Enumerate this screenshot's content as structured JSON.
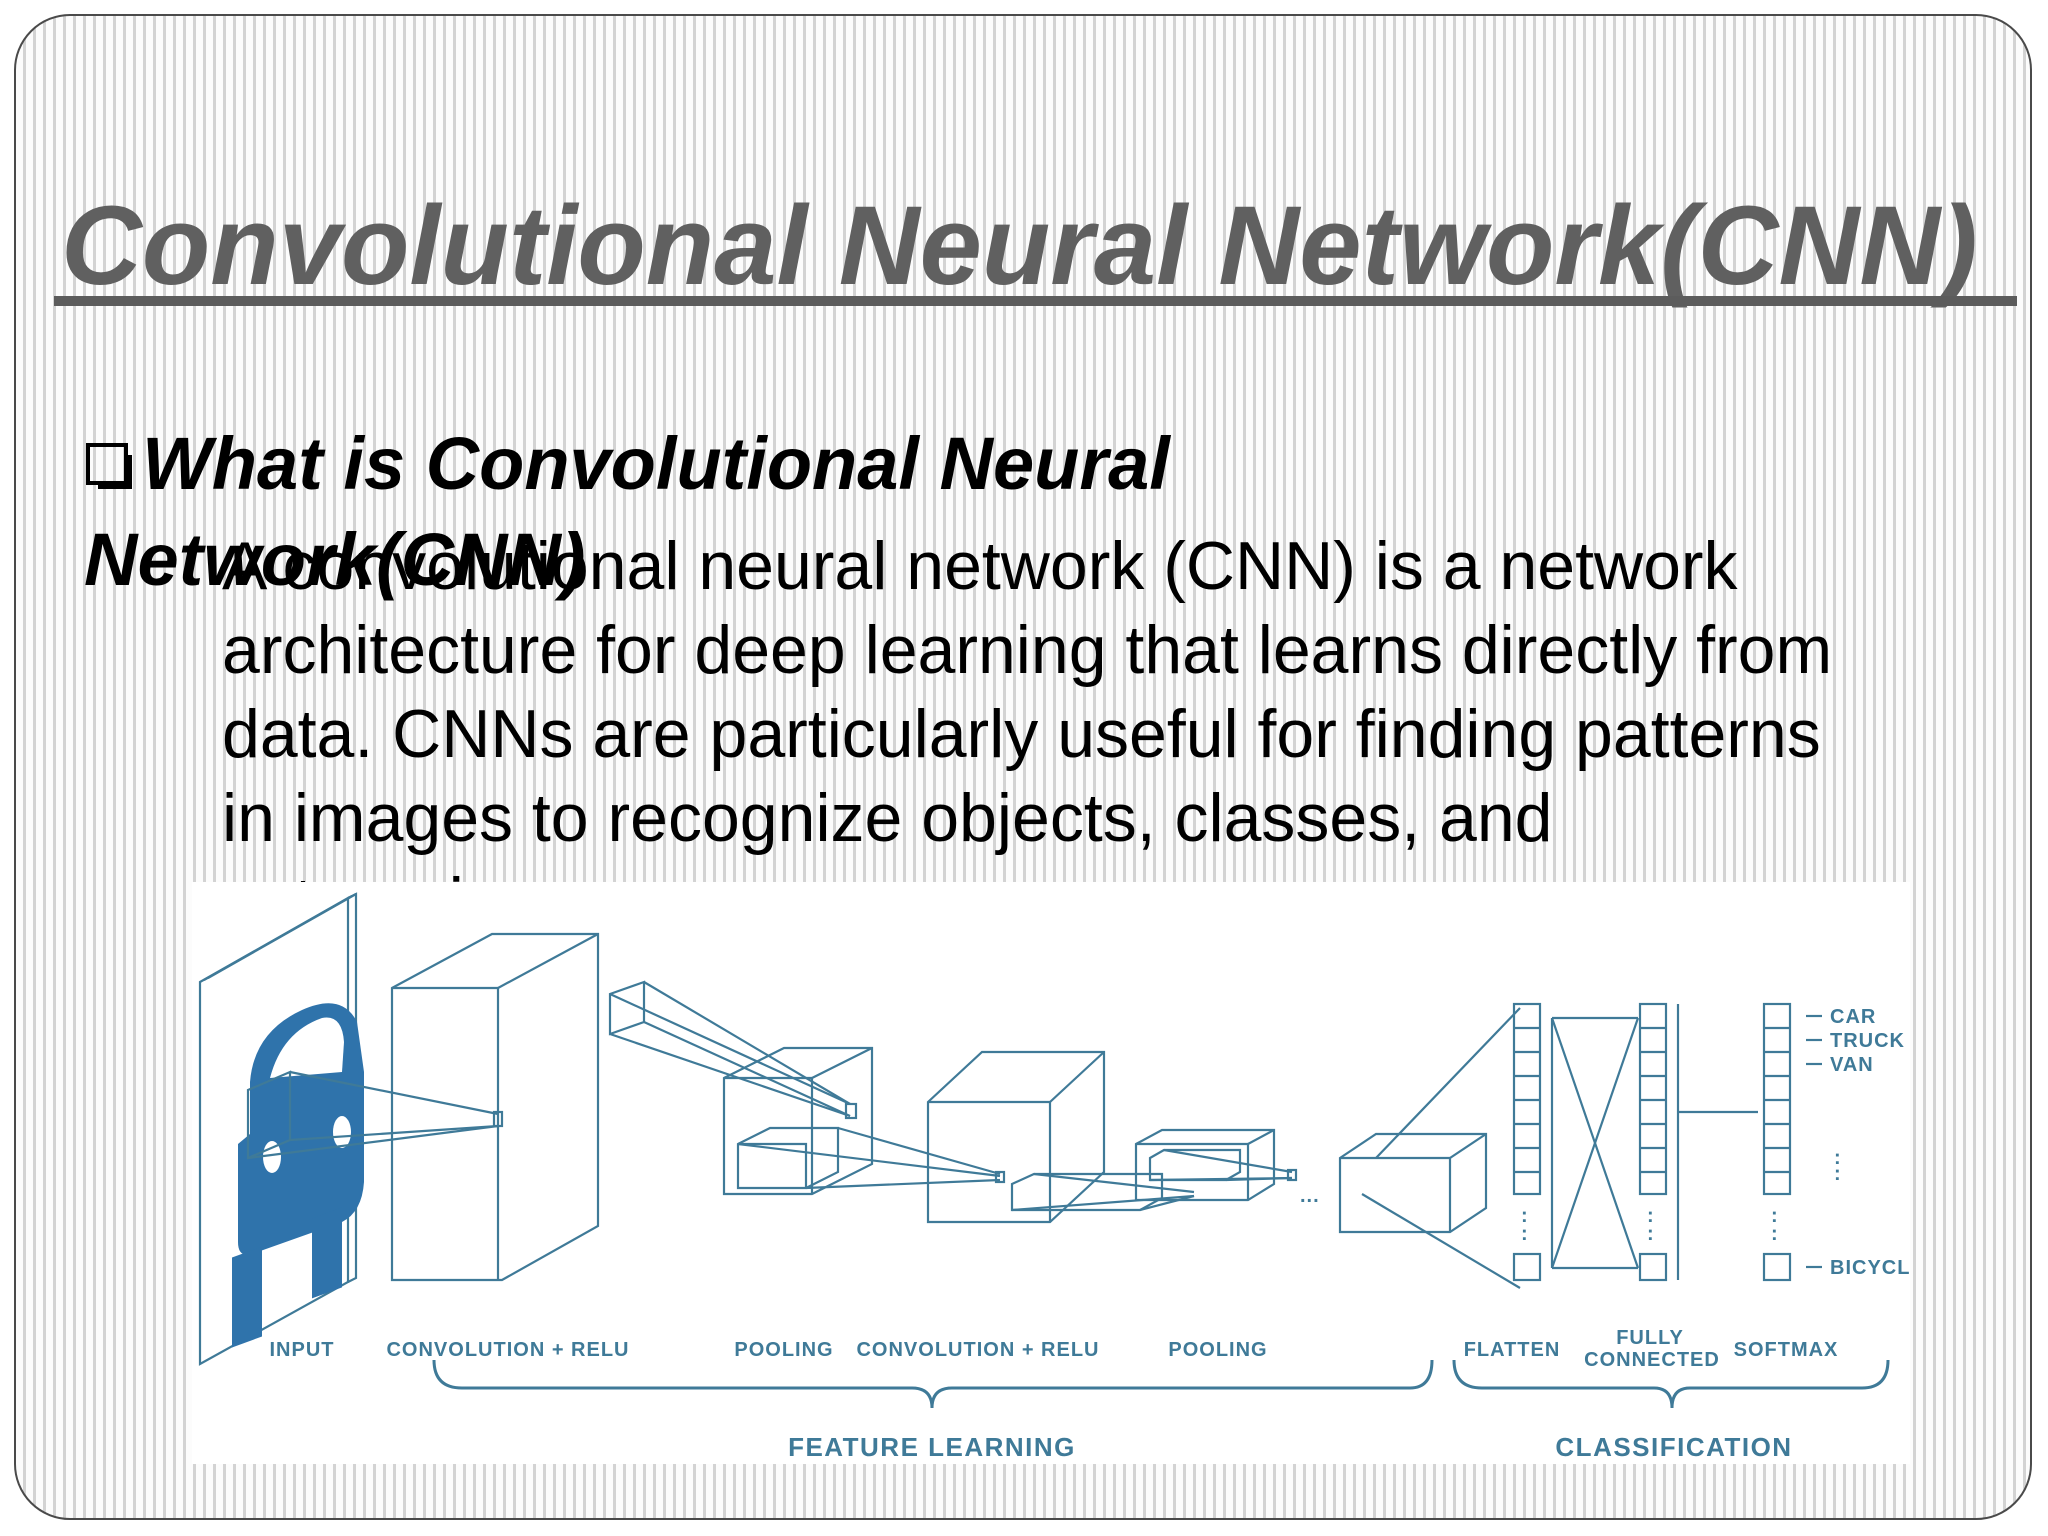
{
  "slide": {
    "title": "Convolutional Neural Network(CNN)",
    "heading": "What is Convolutional Neural Network(CNN)",
    "bullet_icon": "hollow-square-bullet",
    "body": "A convolutional neural network (CNN) is a network architecture for deep learning that learns directly from data. CNNs are particularly useful for finding patterns in images to recognize objects, classes, and categories."
  },
  "diagram": {
    "stages": {
      "input": "INPUT",
      "conv1": "CONVOLUTION + RELU",
      "pool1": "POOLING",
      "conv2": "CONVOLUTION + RELU",
      "pool2": "POOLING",
      "flatten": "FLATTEN",
      "fully_connected_line1": "FULLY",
      "fully_connected_line2": "CONNECTED",
      "softmax": "SOFTMAX"
    },
    "groups": {
      "feature_learning": "FEATURE LEARNING",
      "classification": "CLASSIFICATION"
    },
    "outputs": [
      "CAR",
      "TRUCK",
      "VAN",
      "BICYCLE"
    ],
    "ellipsis": "...",
    "accent_color": "#3f7a98",
    "car_color": "#2f73ab"
  }
}
